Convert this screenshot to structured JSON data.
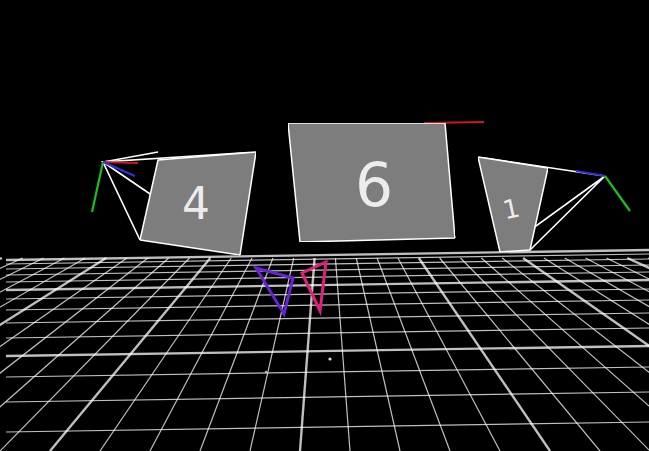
{
  "diagram": {
    "nodes": [
      {
        "text": [
          "4"
        ]
      },
      {
        "text": [
          "6"
        ]
      },
      {
        "text": [
          "1"
        ]
      }
    ]
  }
}
